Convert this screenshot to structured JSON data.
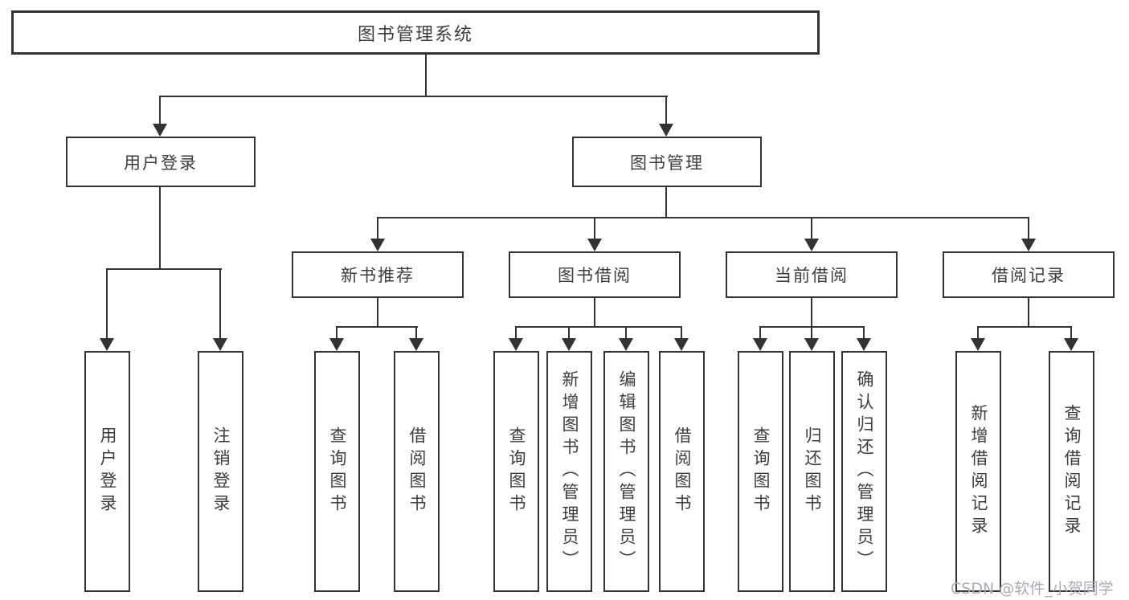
{
  "diagram": {
    "root": {
      "label": "图书管理系统",
      "children": [
        {
          "label": "用户登录",
          "children": [
            {
              "label": "用户登录"
            },
            {
              "label": "注销登录"
            }
          ]
        },
        {
          "label": "图书管理",
          "children": [
            {
              "label": "新书推荐",
              "children": [
                {
                  "label": "查询图书"
                },
                {
                  "label": "借阅图书"
                }
              ]
            },
            {
              "label": "图书借阅",
              "children": [
                {
                  "label": "查询图书"
                },
                {
                  "label": "新增图书（管理员）"
                },
                {
                  "label": "编辑图书（管理员）"
                },
                {
                  "label": "借阅图书"
                }
              ]
            },
            {
              "label": "当前借阅",
              "children": [
                {
                  "label": "查询图书"
                },
                {
                  "label": "归还图书"
                },
                {
                  "label": "确认归还（管理员）"
                }
              ]
            },
            {
              "label": "借阅记录",
              "children": [
                {
                  "label": "新增借阅记录"
                },
                {
                  "label": "查询借阅记录"
                }
              ]
            }
          ]
        }
      ]
    }
  },
  "watermark": {
    "text": "CSDN @软件_小贺同学"
  },
  "colors": {
    "line": "#333333",
    "text": "#3d3d3d",
    "background": "#ffffff",
    "watermark": "#a8adb2"
  }
}
